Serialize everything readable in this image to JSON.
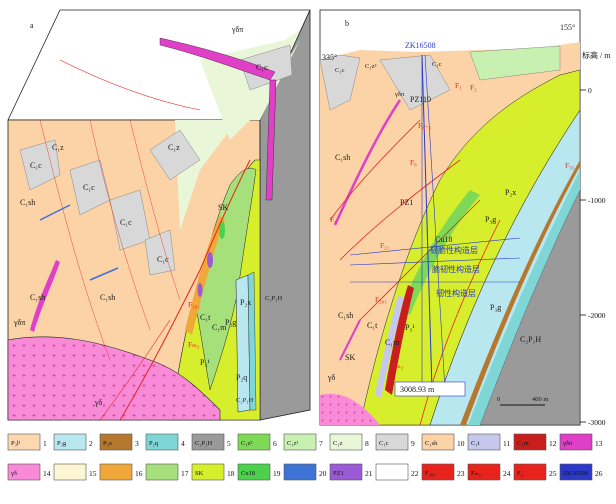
{
  "panel_a": {
    "label": "a",
    "units": [
      {
        "id": "u1",
        "text": "C₁sh"
      },
      {
        "id": "u2",
        "text": "C₁c"
      },
      {
        "id": "u3",
        "text": "C₁z"
      },
      {
        "id": "u4",
        "text": "C₁c"
      },
      {
        "id": "u5",
        "text": "C₁z"
      },
      {
        "id": "u6",
        "text": "C₁c"
      },
      {
        "id": "u7",
        "text": "C₁c"
      },
      {
        "id": "u8",
        "text": "C₁c"
      },
      {
        "id": "u9",
        "text": "C₁sh"
      },
      {
        "id": "u10",
        "text": "C₁sh"
      },
      {
        "id": "u11",
        "text": "SK"
      },
      {
        "id": "u12",
        "text": "P₂x"
      },
      {
        "id": "u13",
        "text": "P₃g"
      },
      {
        "id": "u14",
        "text": "C₁t"
      },
      {
        "id": "u15",
        "text": "C₁m"
      },
      {
        "id": "u16",
        "text": "P₃¹"
      },
      {
        "id": "u17",
        "text": "P₂q"
      },
      {
        "id": "u18",
        "text": "C₂P₁H"
      },
      {
        "id": "u19",
        "text": "C₂P₁H"
      },
      {
        "id": "u20",
        "text": "γδπ"
      },
      {
        "id": "u21",
        "text": "γδπ"
      },
      {
        "id": "u22",
        "text": "γδ"
      }
    ],
    "faults": [
      {
        "id": "f1",
        "text": "F₂₀₁"
      },
      {
        "id": "f2",
        "text": "Fₘ₂"
      }
    ]
  },
  "panel_b": {
    "label": "b",
    "azimuth_left": "335°",
    "azimuth_right": "155°",
    "axis_title": "标高 / m",
    "ticks": [
      "0",
      "-1000",
      "-2000",
      "-3000"
    ],
    "drillhole_name": "ZK16508",
    "drillhole_depth": "3008.93 m",
    "scale_zero": "0",
    "scale_value": "400 m",
    "units": [
      {
        "id": "b1",
        "text": "C₁sh"
      },
      {
        "id": "b2",
        "text": "C₁sh"
      },
      {
        "id": "b3",
        "text": "PZ110"
      },
      {
        "id": "b4",
        "text": "PZ1"
      },
      {
        "id": "b5",
        "text": "Cu18"
      },
      {
        "id": "b6",
        "text": "P₂x"
      },
      {
        "id": "b7",
        "text": "P₃g"
      },
      {
        "id": "b8",
        "text": "P₃g"
      },
      {
        "id": "b9",
        "text": "C₁t"
      },
      {
        "id": "b10",
        "text": "C₁m"
      },
      {
        "id": "b11",
        "text": "P₃¹"
      },
      {
        "id": "b12",
        "text": "C₂P₁H"
      },
      {
        "id": "b13",
        "text": "SK"
      },
      {
        "id": "b14",
        "text": "γδ"
      },
      {
        "id": "b15",
        "text": "γδπ"
      },
      {
        "id": "b16",
        "text": "C₁c"
      },
      {
        "id": "b17",
        "text": "C₁z²"
      },
      {
        "id": "b18",
        "text": "C₁c"
      }
    ],
    "faults": [
      {
        "id": "bf1",
        "text": "F₂₀₁"
      },
      {
        "id": "bf2",
        "text": "Fₘ₂"
      },
      {
        "id": "bf3",
        "text": "F₄"
      },
      {
        "id": "bf4",
        "text": "F₂₁"
      },
      {
        "id": "bf5",
        "text": "F₈"
      },
      {
        "id": "bf6",
        "text": "F₆₋₁"
      },
      {
        "id": "bf7",
        "text": "F₃₅"
      },
      {
        "id": "bf8",
        "text": "F₂"
      },
      {
        "id": "bf9",
        "text": "F₁"
      }
    ],
    "layers": [
      "韧脆性构造层",
      "脆韧性构造层",
      "韧性构造层"
    ]
  },
  "legend": [
    {
      "num": "1",
      "code": "P₃l¹",
      "color": "#fbd8b0"
    },
    {
      "num": "2",
      "code": "P₃g",
      "color": "#b9e7f0"
    },
    {
      "num": "3",
      "code": "P₃x",
      "color": "#b5782f"
    },
    {
      "num": "4",
      "code": "P₂q",
      "color": "#7ed6d6"
    },
    {
      "num": "5",
      "code": "C₂P₁H",
      "color": "#9a9a9a"
    },
    {
      "num": "6",
      "code": "C₁z²",
      "color": "#7ed957"
    },
    {
      "num": "7",
      "code": "C₁z¹",
      "color": "#c8f0b0"
    },
    {
      "num": "8",
      "code": "C₁z",
      "color": "#eaf6d8"
    },
    {
      "num": "9",
      "code": "C₁c",
      "color": "#d8d8d8"
    },
    {
      "num": "10",
      "code": "C₁sh",
      "color": "#fbd3a6"
    },
    {
      "num": "11",
      "code": "C₁t",
      "color": "#c5c8ec"
    },
    {
      "num": "12",
      "code": "C₁m",
      "color": "#c81e1e"
    },
    {
      "num": "13",
      "code": "γδπ",
      "color": "#e040c8"
    },
    {
      "num": "14",
      "code": "γδ",
      "color": "#f98ad8"
    },
    {
      "num": "15",
      "code": "",
      "color": "#fdf6d2"
    },
    {
      "num": "16",
      "code": "",
      "color": "#f1a83a"
    },
    {
      "num": "17",
      "code": "",
      "color": "#a6e07a"
    },
    {
      "num": "18",
      "code": "SK",
      "color": "#d7ee2c"
    },
    {
      "num": "19",
      "code": "Cu18",
      "color": "#4bd14b"
    },
    {
      "num": "20",
      "code": "",
      "color": "#3e73d6"
    },
    {
      "num": "21",
      "code": "PZ1",
      "color": "#9b5bd6"
    },
    {
      "num": "22",
      "code": "",
      "color": "#ffffff"
    },
    {
      "num": "23",
      "code": "F₂₀₁",
      "color": "#e8231c"
    },
    {
      "num": "24",
      "code": "Fₘ₂",
      "color": "#e8231c"
    },
    {
      "num": "25",
      "code": "F₂",
      "color": "#e8231c"
    },
    {
      "num": "26",
      "code": "ZK16508",
      "color": "#2b38c8"
    }
  ],
  "colors": {
    "sh": "#fbd3a6",
    "c": "#d8d8d8",
    "z": "#eaf6d8",
    "z2": "#7ed957",
    "sk": "#d7ee2c",
    "gdp": "#e040c8",
    "gd": "#f98ad8",
    "hc": "#8e8e8e",
    "p3g": "#b9e7f0",
    "p2q": "#7ed6d6",
    "fault": "#e8231c",
    "blue": "#2b38c8"
  }
}
